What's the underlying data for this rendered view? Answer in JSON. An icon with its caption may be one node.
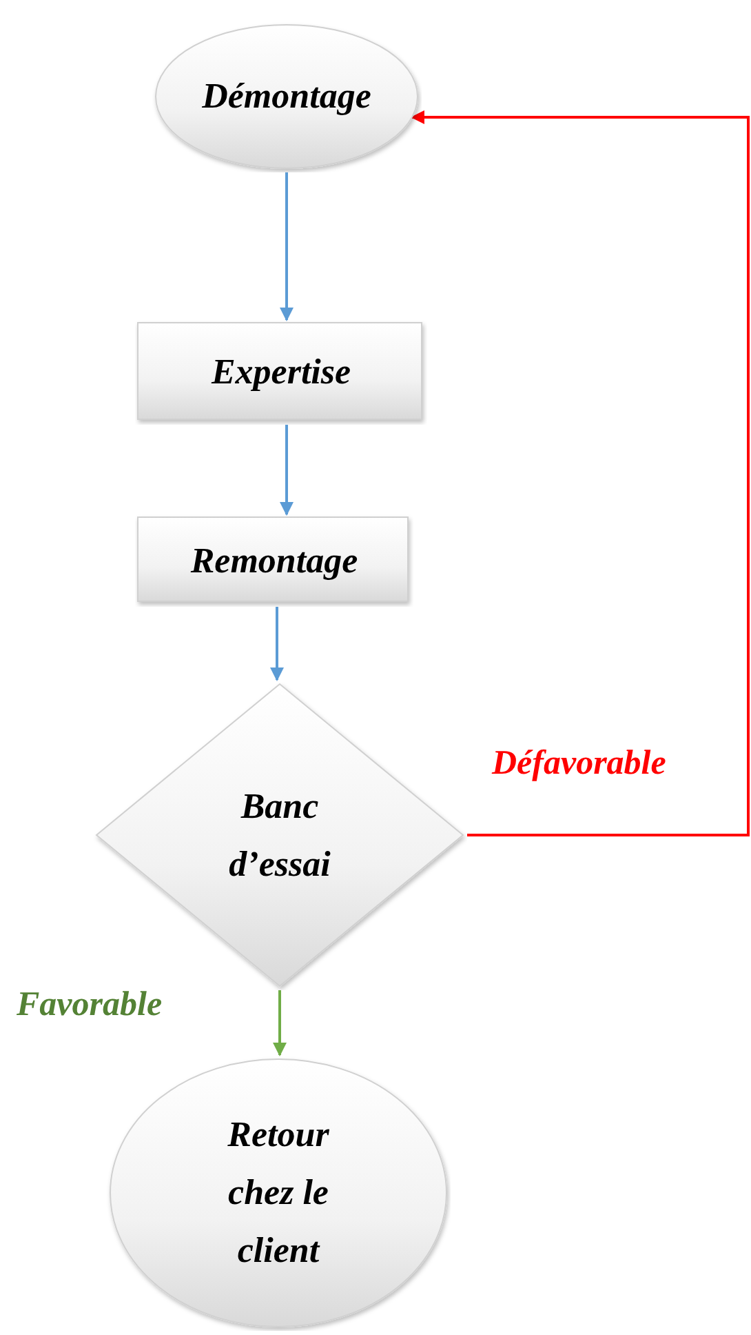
{
  "diagram": {
    "nodes": [
      {
        "text": [
          "Démontage"
        ]
      },
      {
        "text": [
          "Expertise"
        ]
      },
      {
        "text": [
          "Remontage"
        ]
      },
      {
        "text": [
          "Banc d’essai"
        ]
      },
      {
        "text": [
          "Retour chez le client"
        ]
      }
    ],
    "edges": [
      {
        "from": 0,
        "to": 1,
        "arrow": "to"
      },
      {
        "from": 1,
        "to": 2,
        "arrow": "to"
      },
      {
        "from": 2,
        "to": 3,
        "arrow": "to"
      },
      {
        "from": 3,
        "to": 4,
        "arrow": "to",
        "label": "Favorable",
        "color": "#70ad47"
      },
      {
        "from": 3,
        "to": 0,
        "arrow": "to",
        "label": "Défavorable",
        "color": "#ff0000"
      }
    ]
  }
}
